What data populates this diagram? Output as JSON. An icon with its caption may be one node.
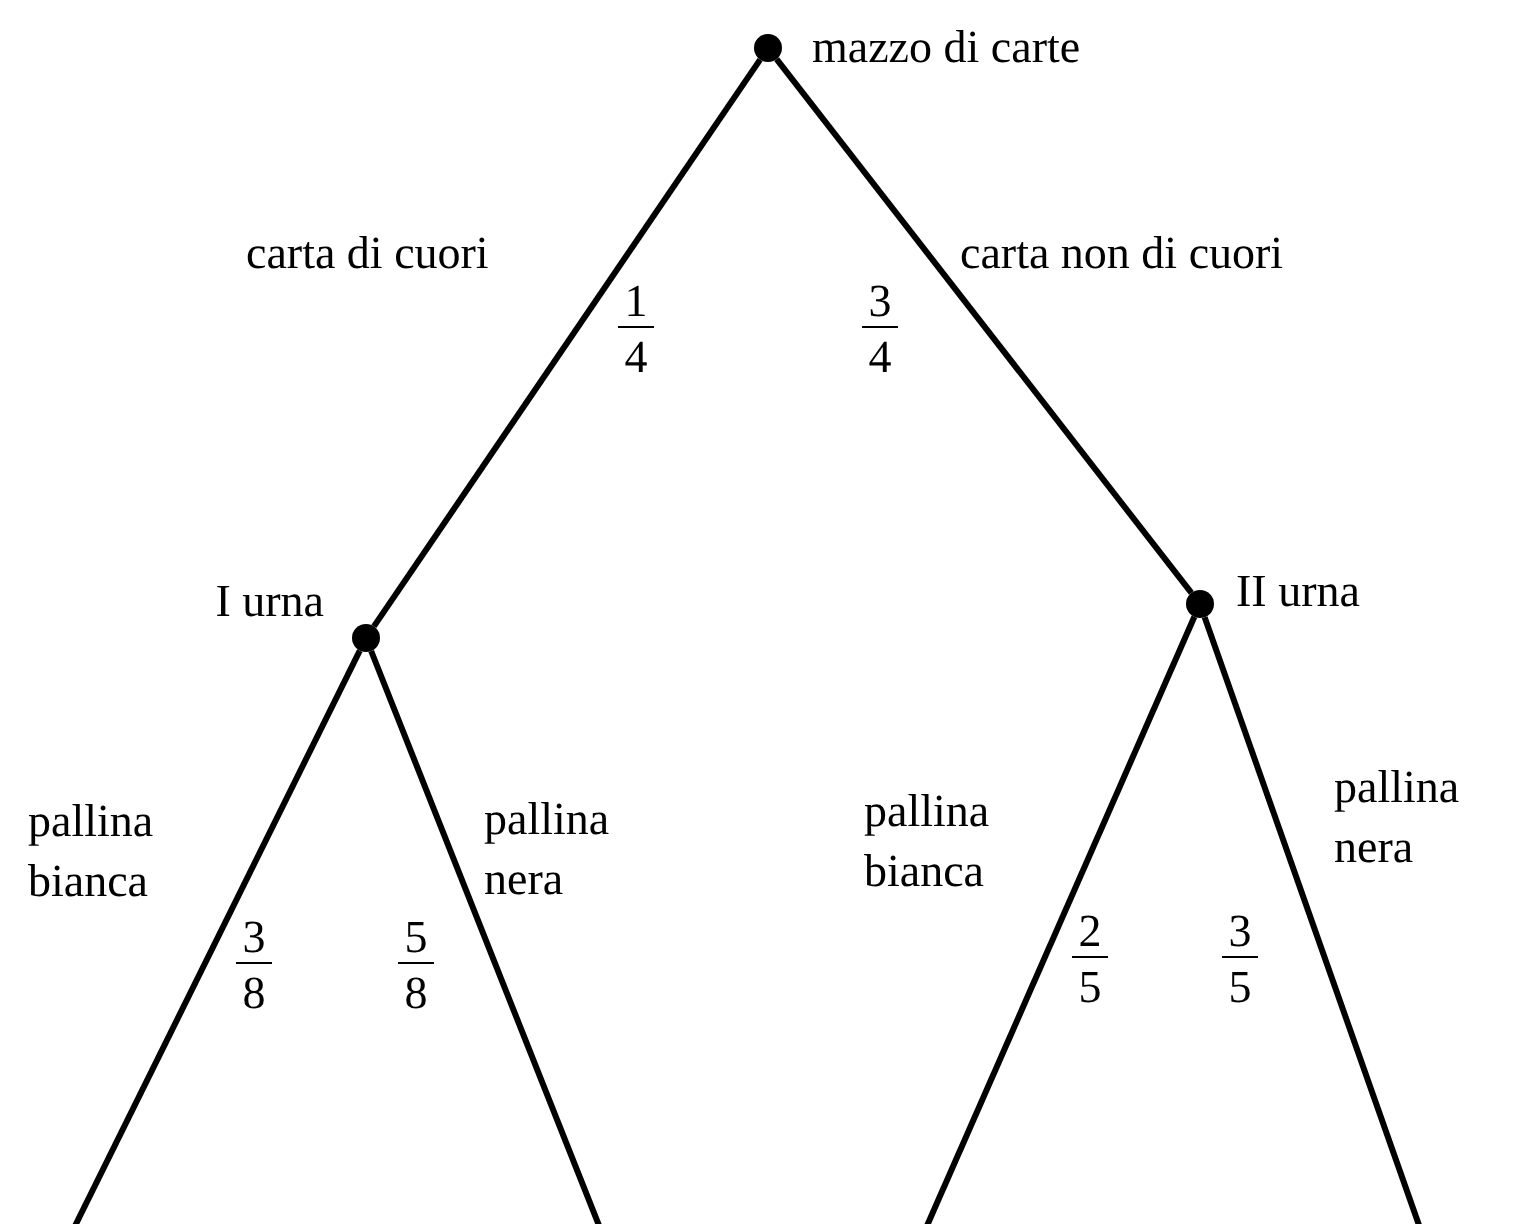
{
  "diagram": {
    "nodes": [
      {
        "text": [],
        "shape": "circle",
        "beside": [
          "mazzo di carte"
        ]
      },
      {
        "text": [],
        "shape": "circle",
        "beside": [
          "I urna"
        ]
      },
      {
        "text": [],
        "shape": "circle",
        "beside": [
          "II urna"
        ]
      }
    ],
    "edges": [
      {
        "from": 0,
        "to": 1,
        "arrow": "none",
        "label": "carta di cuori"
      },
      {
        "from": 0,
        "to": 2,
        "arrow": "none",
        "label": "carta non di cuori"
      },
      {
        "from": 1,
        "to": null,
        "arrow": "none",
        "label": "pallina bianca"
      },
      {
        "from": 1,
        "to": null,
        "arrow": "none",
        "label": "pallina nera"
      },
      {
        "from": 2,
        "to": null,
        "arrow": "none",
        "label": "pallina bianca"
      },
      {
        "from": 2,
        "to": null,
        "arrow": "none",
        "label": "pallina nera"
      }
    ],
    "labels": [
      "1",
      "4",
      "3",
      "4",
      "3",
      "8",
      "5",
      "8",
      "2",
      "5",
      "3",
      "5"
    ]
  }
}
